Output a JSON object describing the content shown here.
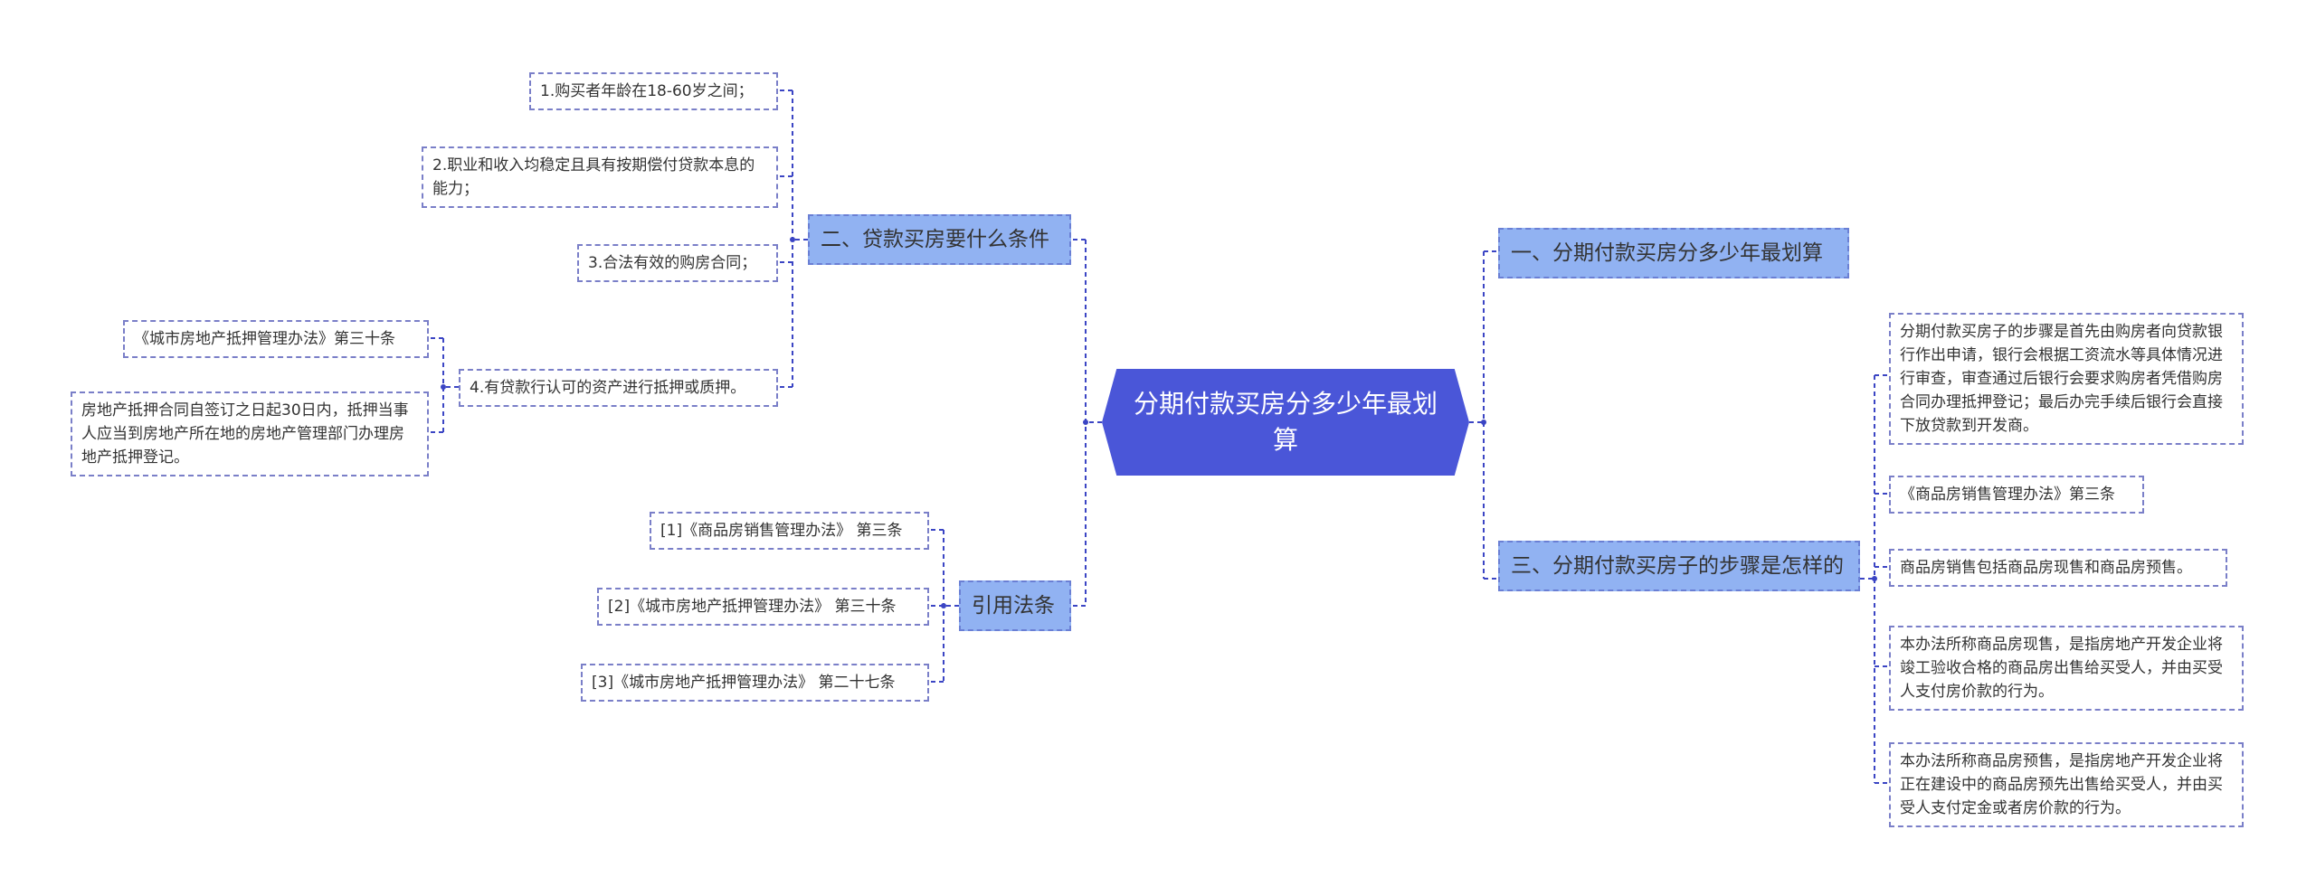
{
  "center": {
    "title": "分期付款买房分多少年最划算"
  },
  "right": {
    "b1": {
      "label": "一、分期付款买房分多少年最划算"
    },
    "b3": {
      "label": "三、分期付款买房子的步骤是怎样的",
      "items": [
        "分期付款买房子的步骤是首先由购房者向贷款银行作出申请，银行会根据工资流水等具体情况进行审查，审查通过后银行会要求购房者凭借购房合同办理抵押登记；最后办完手续后银行会直接下放贷款到开发商。",
        "《商品房销售管理办法》第三条",
        "商品房销售包括商品房现售和商品房预售。",
        "本办法所称商品房现售，是指房地产开发企业将竣工验收合格的商品房出售给买受人，并由买受人支付房价款的行为。",
        "本办法所称商品房预售，是指房地产开发企业将正在建设中的商品房预先出售给买受人，并由买受人支付定金或者房价款的行为。"
      ]
    }
  },
  "left": {
    "b2": {
      "label": "二、贷款买房要什么条件",
      "items": [
        "1.购买者年龄在18-60岁之间；",
        "2.职业和收入均稳定且具有按期偿付贷款本息的能力；",
        "3.合法有效的购房合同；",
        "4.有贷款行认可的资产进行抵押或质押。"
      ],
      "sub": [
        "《城市房地产抵押管理办法》第三十条",
        "房地产抵押合同自签订之日起30日内，抵押当事人应当到房地产所在地的房地产管理部门办理房地产抵押登记。"
      ]
    },
    "refs": {
      "label": "引用法条",
      "items": [
        "[1]《商品房销售管理办法》 第三条",
        "[2]《城市房地产抵押管理办法》 第三十条",
        "[3]《城市房地产抵押管理办法》 第二十七条"
      ]
    }
  },
  "colors": {
    "center": "#4a56d8",
    "branch": "#91b2f2",
    "line": "#3b45c4",
    "leaf_border": "#7a7fc8"
  }
}
